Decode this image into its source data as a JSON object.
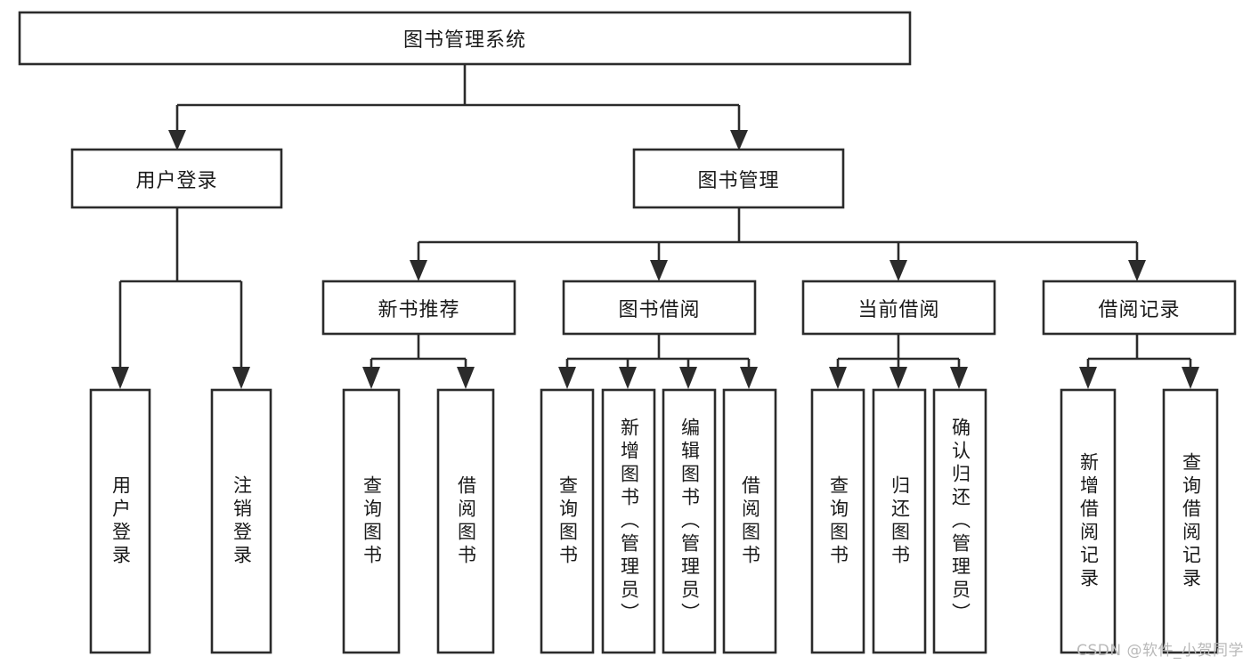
{
  "diagram": {
    "type": "tree",
    "title_node": {
      "label": "图书管理系统"
    },
    "level2": [
      {
        "label": "用户登录"
      },
      {
        "label": "图书管理"
      }
    ],
    "level3": [
      {
        "label": "新书推荐"
      },
      {
        "label": "图书借阅"
      },
      {
        "label": "当前借阅"
      },
      {
        "label": "借阅记录"
      }
    ],
    "leaves": {
      "user_login": [
        {
          "label": "用户登录"
        },
        {
          "label": "注销登录"
        }
      ],
      "new_book_recommend": [
        {
          "label": "查询图书"
        },
        {
          "label": "借阅图书"
        }
      ],
      "book_borrow": [
        {
          "label": "查询图书"
        },
        {
          "label": "新增图书（管理员）"
        },
        {
          "label": "编辑图书（管理员）"
        },
        {
          "label": "借阅图书"
        }
      ],
      "current_borrow": [
        {
          "label": "查询图书"
        },
        {
          "label": "归还图书"
        },
        {
          "label": "确认归还（管理员）"
        }
      ],
      "borrow_record": [
        {
          "label": "新增借阅记录"
        },
        {
          "label": "查询借阅记录"
        }
      ]
    }
  },
  "watermark": {
    "text": "CSDN @软件_小贺同学"
  },
  "colors": {
    "background": "#ffffff",
    "node_fill": "#ffffff",
    "node_stroke": "#2b2b2b",
    "text": "#1a1a1a",
    "watermark": "#b9b9b9"
  }
}
